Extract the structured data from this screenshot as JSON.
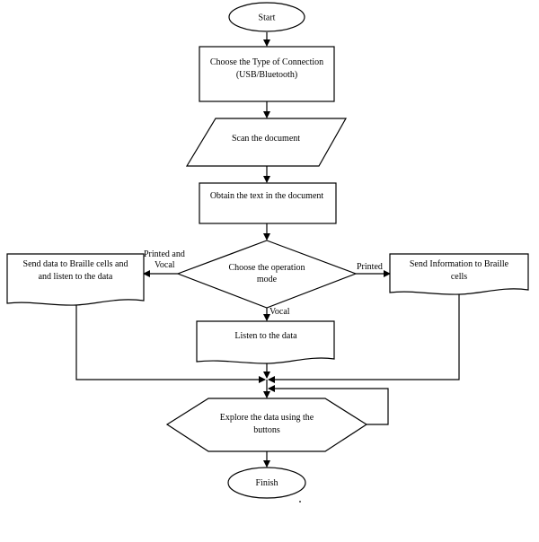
{
  "nodes": {
    "start": "Start",
    "choose_connection": [
      "Choose the Type of Connection",
      "(USB/Bluetooth)"
    ],
    "scan_document": "Scan the document",
    "obtain_text": "Obtain the text in the document",
    "choose_mode": [
      "Choose the operation",
      "mode"
    ],
    "send_braille_listen": [
      "Send data to Braille cells  and",
      "and listen to the data"
    ],
    "send_info_braille": [
      "Send Information  to Braille",
      "cells"
    ],
    "listen_data": "Listen to the data",
    "explore_data": [
      "Explore the data using the",
      "buttons"
    ],
    "finish": "Finish"
  },
  "edge_labels": {
    "printed_and_vocal": [
      "Printed and",
      "Vocal"
    ],
    "printed": "Printed",
    "vocal": "Vocal"
  }
}
